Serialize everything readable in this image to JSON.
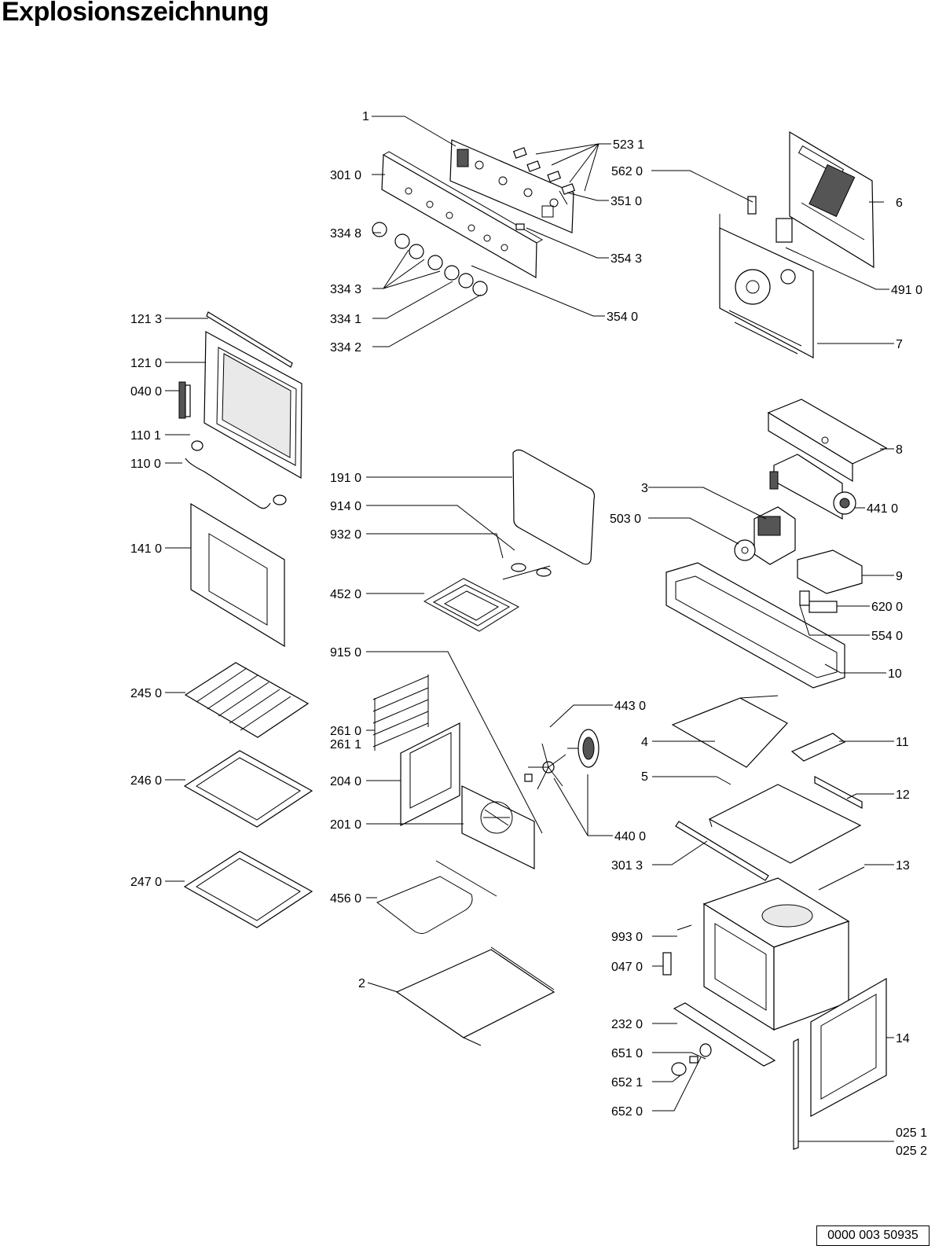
{
  "title": "Explosionszeichnung",
  "document_number": "0000 003 50935",
  "labels": {
    "p1": "1",
    "p523_1": "523 1",
    "p562_0": "562 0",
    "p301_0": "301 0",
    "p351_0": "351 0",
    "p6": "6",
    "p334_8": "334 8",
    "p354_3": "354 3",
    "p334_3": "334 3",
    "p491_0": "491 0",
    "p334_1": "334 1",
    "p354_0": "354 0",
    "p121_3": "121 3",
    "p334_2": "334 2",
    "p7": "7",
    "p121_0": "121 0",
    "p040_0": "040 0",
    "p110_1": "110 1",
    "p8": "8",
    "p110_0": "110 0",
    "p191_0": "191 0",
    "p3": "3",
    "p441_0": "441 0",
    "p914_0": "914 0",
    "p503_0": "503 0",
    "p141_0": "141 0",
    "p932_0": "932 0",
    "p9": "9",
    "p452_0": "452 0",
    "p620_0": "620 0",
    "p554_0": "554 0",
    "p915_0": "915 0",
    "p10": "10",
    "p245_0": "245 0",
    "p443_0": "443 0",
    "p261_0": "261 0",
    "p261_1": "261 1",
    "p4": "4",
    "p11": "11",
    "p246_0": "246 0",
    "p204_0": "204 0",
    "p5": "5",
    "p12": "12",
    "p201_0": "201 0",
    "p440_0": "440 0",
    "p301_3": "301 3",
    "p247_0": "247 0",
    "p13": "13",
    "p456_0": "456 0",
    "p993_0": "993 0",
    "p047_0": "047 0",
    "p2": "2",
    "p232_0": "232 0",
    "p14": "14",
    "p651_0": "651 0",
    "p652_1": "652 1",
    "p652_0": "652 0",
    "p025_1": "025 1",
    "p025_2": "025 2"
  }
}
